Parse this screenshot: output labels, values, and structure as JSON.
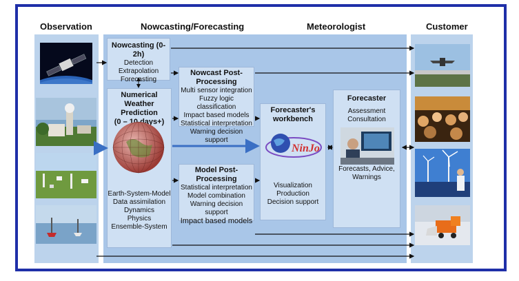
{
  "columns": {
    "observation": "Observation",
    "nowcasting_forecasting": "Nowcasting/Forecasting",
    "meteorologist": "Meteorologist",
    "customer": "Customer"
  },
  "nowcasting": {
    "title": "Nowcasting (0-2h)",
    "lines": [
      "Detection",
      "Extrapolation",
      "Forecasting"
    ]
  },
  "nwp": {
    "title_lines": [
      "Numerical Weather",
      "Prediction",
      "(0 – 10 days+)"
    ],
    "lines": [
      "Earth-System-Model",
      "Data assimilation",
      "Dynamics",
      "Physics",
      "Ensemble-System"
    ]
  },
  "nowcast_post": {
    "title_lines": [
      "Nowcast Post-",
      "Processing"
    ],
    "lines": [
      "Multi sensor integration",
      "Fuzzy logic classification",
      "Impact based models",
      "Statistical interpretation",
      "Warning decision support"
    ]
  },
  "model_post": {
    "title_lines": [
      "Model Post-",
      "Processing"
    ],
    "lines": [
      "Statistical interpretation",
      "Model combination",
      "Warning decision support",
      "Impact based models"
    ]
  },
  "workbench": {
    "title_lines": [
      "Forecaster's",
      "workbench"
    ],
    "logo_text": "NinJo",
    "lines": [
      "Visualization",
      "Production",
      "Decision support"
    ]
  },
  "forecaster": {
    "title": "Forecaster",
    "lines_top": [
      "Assessment",
      "Consultation"
    ],
    "lines_bottom": [
      "Forecasts, Advice,",
      "Warnings"
    ]
  },
  "colors": {
    "frame": "#1f2fa8",
    "panel": "#bcd3ec",
    "box": "#cfe0f3",
    "arrow": "#111111",
    "main_arrow": "#3a6fc4"
  }
}
